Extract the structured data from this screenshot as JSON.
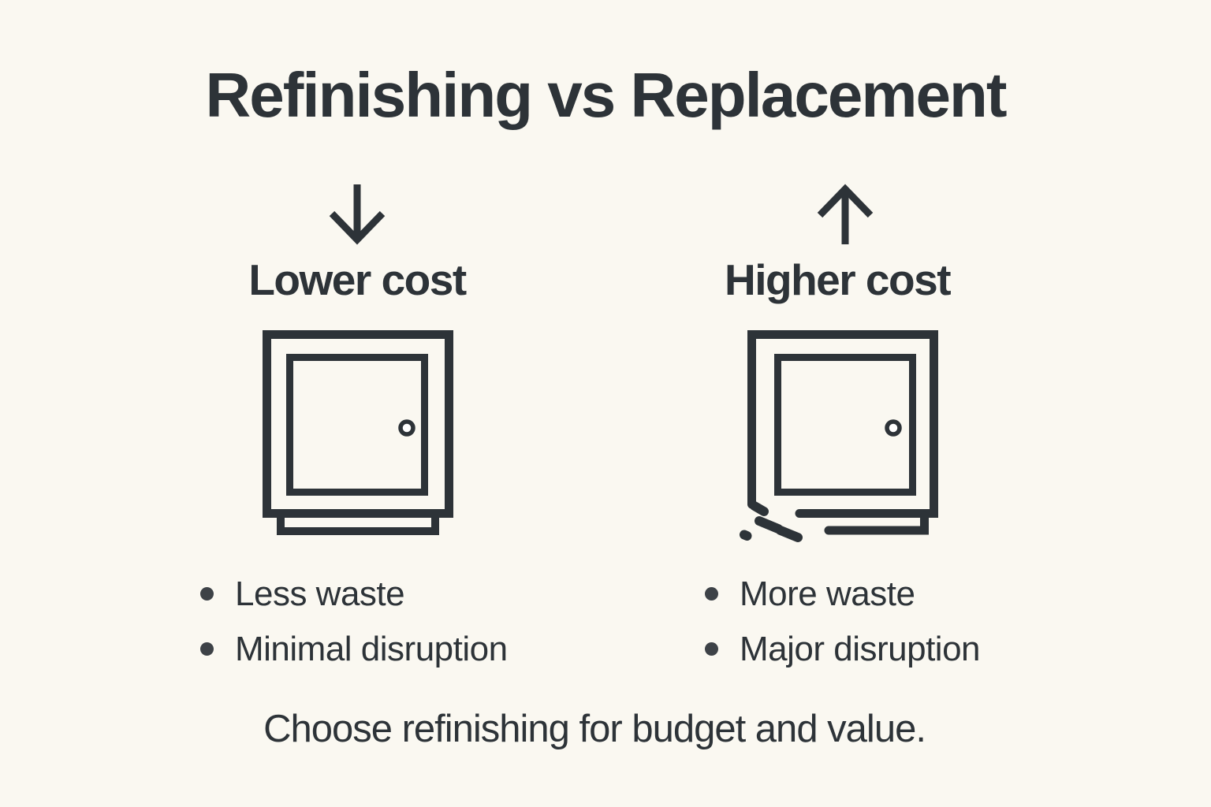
{
  "title": "Refinishing vs Replacement",
  "footer": "Choose refinishing for budget and value.",
  "colors": {
    "background": "#FAF8F1",
    "ink": "#2D3338",
    "bullet_dot": "#3D4247",
    "knob_fill": "#FFFFFF"
  },
  "columns": [
    {
      "id": "refinishing",
      "arrow_icon": "down-arrow-icon",
      "heading": "Lower cost",
      "icon": "cabinet-icon",
      "bullets": [
        "Less waste",
        "Minimal disruption"
      ]
    },
    {
      "id": "replacement",
      "arrow_icon": "up-arrow-icon",
      "heading": "Higher cost",
      "icon": "broken-cabinet-icon",
      "bullets": [
        "More waste",
        "Major disruption"
      ]
    }
  ]
}
